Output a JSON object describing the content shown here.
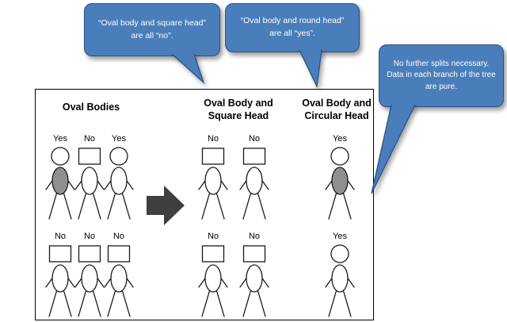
{
  "callouts": [
    {
      "text": "“Oval body and square head” are all “no”."
    },
    {
      "text": "“Oval body and round head” are all “yes”."
    },
    {
      "text": "No further splits necessary. Data in each branch of the tree are pure."
    }
  ],
  "columns": [
    {
      "title": "Oval Bodies"
    },
    {
      "line1": "Oval Body and",
      "line2": "Square Head"
    },
    {
      "line1": "Oval Body and",
      "line2": "Circular Head"
    }
  ],
  "figures": {
    "left": [
      [
        {
          "label": "Yes",
          "head": "circle",
          "body_fill": "gray"
        },
        {
          "label": "No",
          "head": "square",
          "body_fill": "white"
        },
        {
          "label": "Yes",
          "head": "circle",
          "body_fill": "white"
        }
      ],
      [
        {
          "label": "No",
          "head": "square",
          "body_fill": "white"
        },
        {
          "label": "No",
          "head": "square",
          "body_fill": "white"
        },
        {
          "label": "No",
          "head": "square",
          "body_fill": "white"
        }
      ]
    ],
    "middle": [
      [
        {
          "label": "No",
          "head": "square",
          "body_fill": "white"
        },
        {
          "label": "No",
          "head": "square",
          "body_fill": "white"
        }
      ],
      [
        {
          "label": "No",
          "head": "square",
          "body_fill": "white"
        },
        {
          "label": "No",
          "head": "square",
          "body_fill": "white"
        }
      ]
    ],
    "right": [
      [
        {
          "label": "Yes",
          "head": "circle",
          "body_fill": "gray"
        }
      ],
      [
        {
          "label": "Yes",
          "head": "circle",
          "body_fill": "white"
        }
      ]
    ]
  },
  "colors": {
    "bubble_fill": "#4A7EBB",
    "bubble_border": "#2C5185",
    "figure_gray": "#8F8F8F",
    "arrow": "#3F3F3F",
    "line": "#1A1A1A"
  }
}
